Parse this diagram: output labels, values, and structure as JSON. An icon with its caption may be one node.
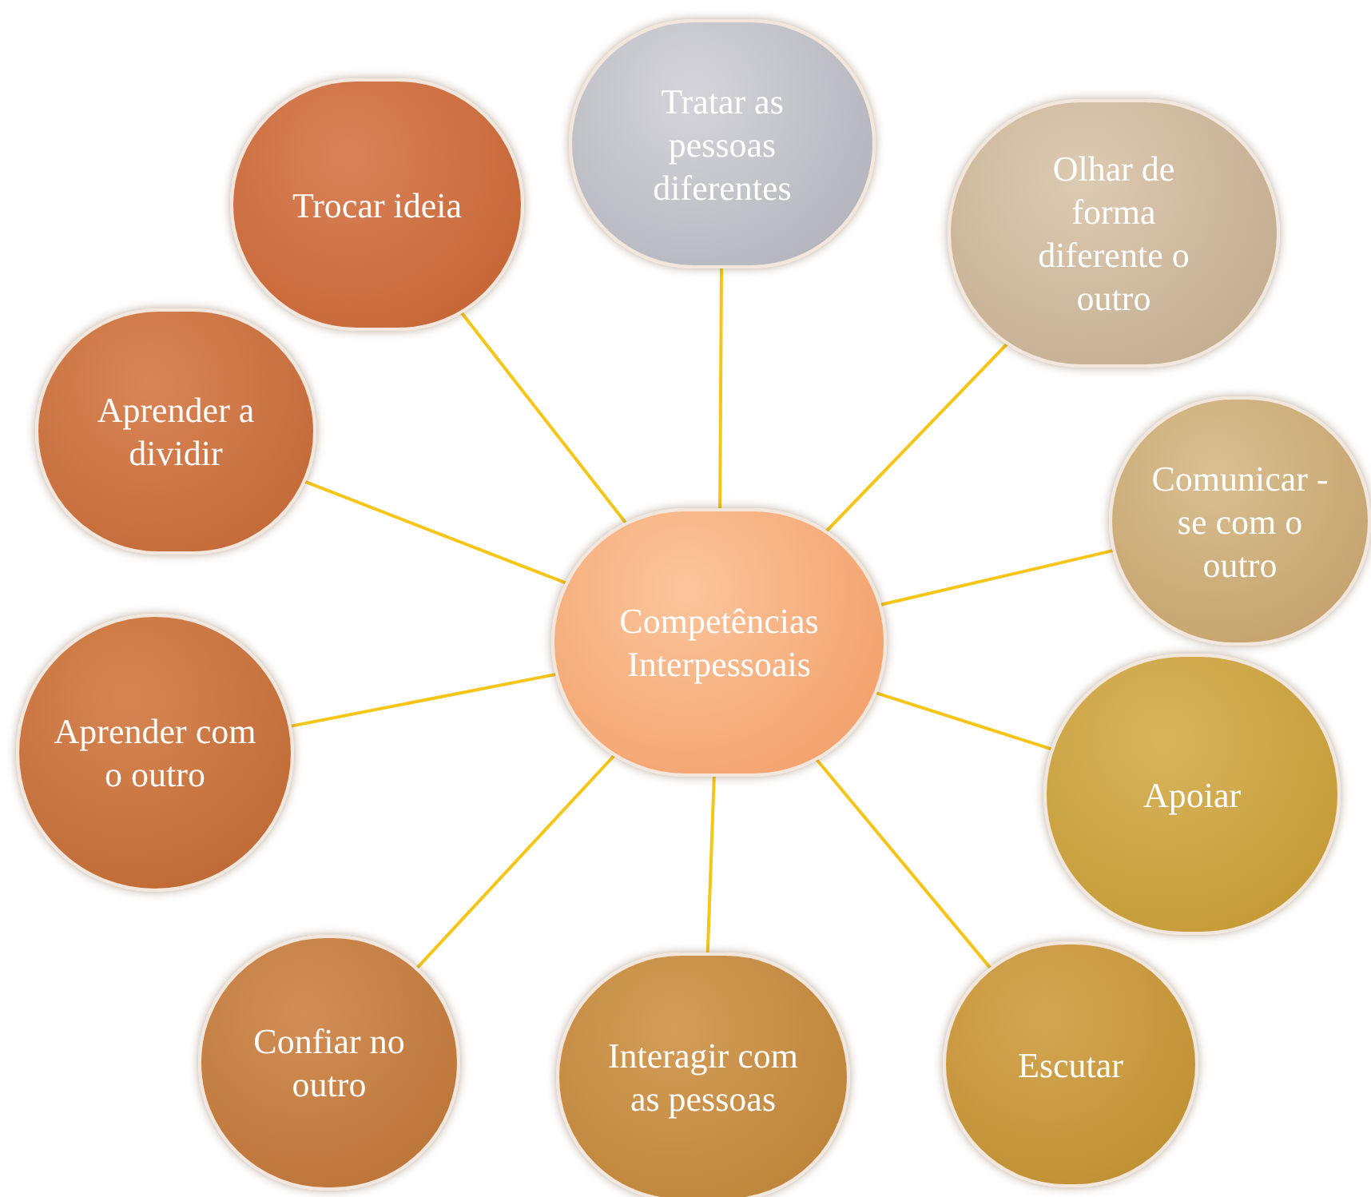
{
  "diagram": {
    "nodes": [
      {
        "text": [
          "Competências Interpessoais"
        ]
      },
      {
        "text": [
          "Trocar ideia"
        ]
      },
      {
        "text": [
          "Tratar as pessoas diferentes"
        ]
      },
      {
        "text": [
          "Olhar de forma diferente o outro"
        ]
      },
      {
        "text": [
          "Comunicar -se com o outro"
        ]
      },
      {
        "text": [
          "Apoiar"
        ]
      },
      {
        "text": [
          "Escutar"
        ]
      },
      {
        "text": [
          "Interagir com as pessoas"
        ]
      },
      {
        "text": [
          "Confiar no outro"
        ]
      },
      {
        "text": [
          "Aprender com o outro"
        ]
      },
      {
        "text": [
          "Aprender a dividir"
        ]
      }
    ],
    "edges": [
      {
        "from": 0,
        "to": 1,
        "arrow": "none"
      },
      {
        "from": 0,
        "to": 2,
        "arrow": "none"
      },
      {
        "from": 0,
        "to": 3,
        "arrow": "none"
      },
      {
        "from": 0,
        "to": 4,
        "arrow": "none"
      },
      {
        "from": 0,
        "to": 5,
        "arrow": "none"
      },
      {
        "from": 0,
        "to": 6,
        "arrow": "none"
      },
      {
        "from": 0,
        "to": 7,
        "arrow": "none"
      },
      {
        "from": 0,
        "to": 8,
        "arrow": "none"
      },
      {
        "from": 0,
        "to": 9,
        "arrow": "none"
      },
      {
        "from": 0,
        "to": 10,
        "arrow": "none"
      }
    ]
  }
}
